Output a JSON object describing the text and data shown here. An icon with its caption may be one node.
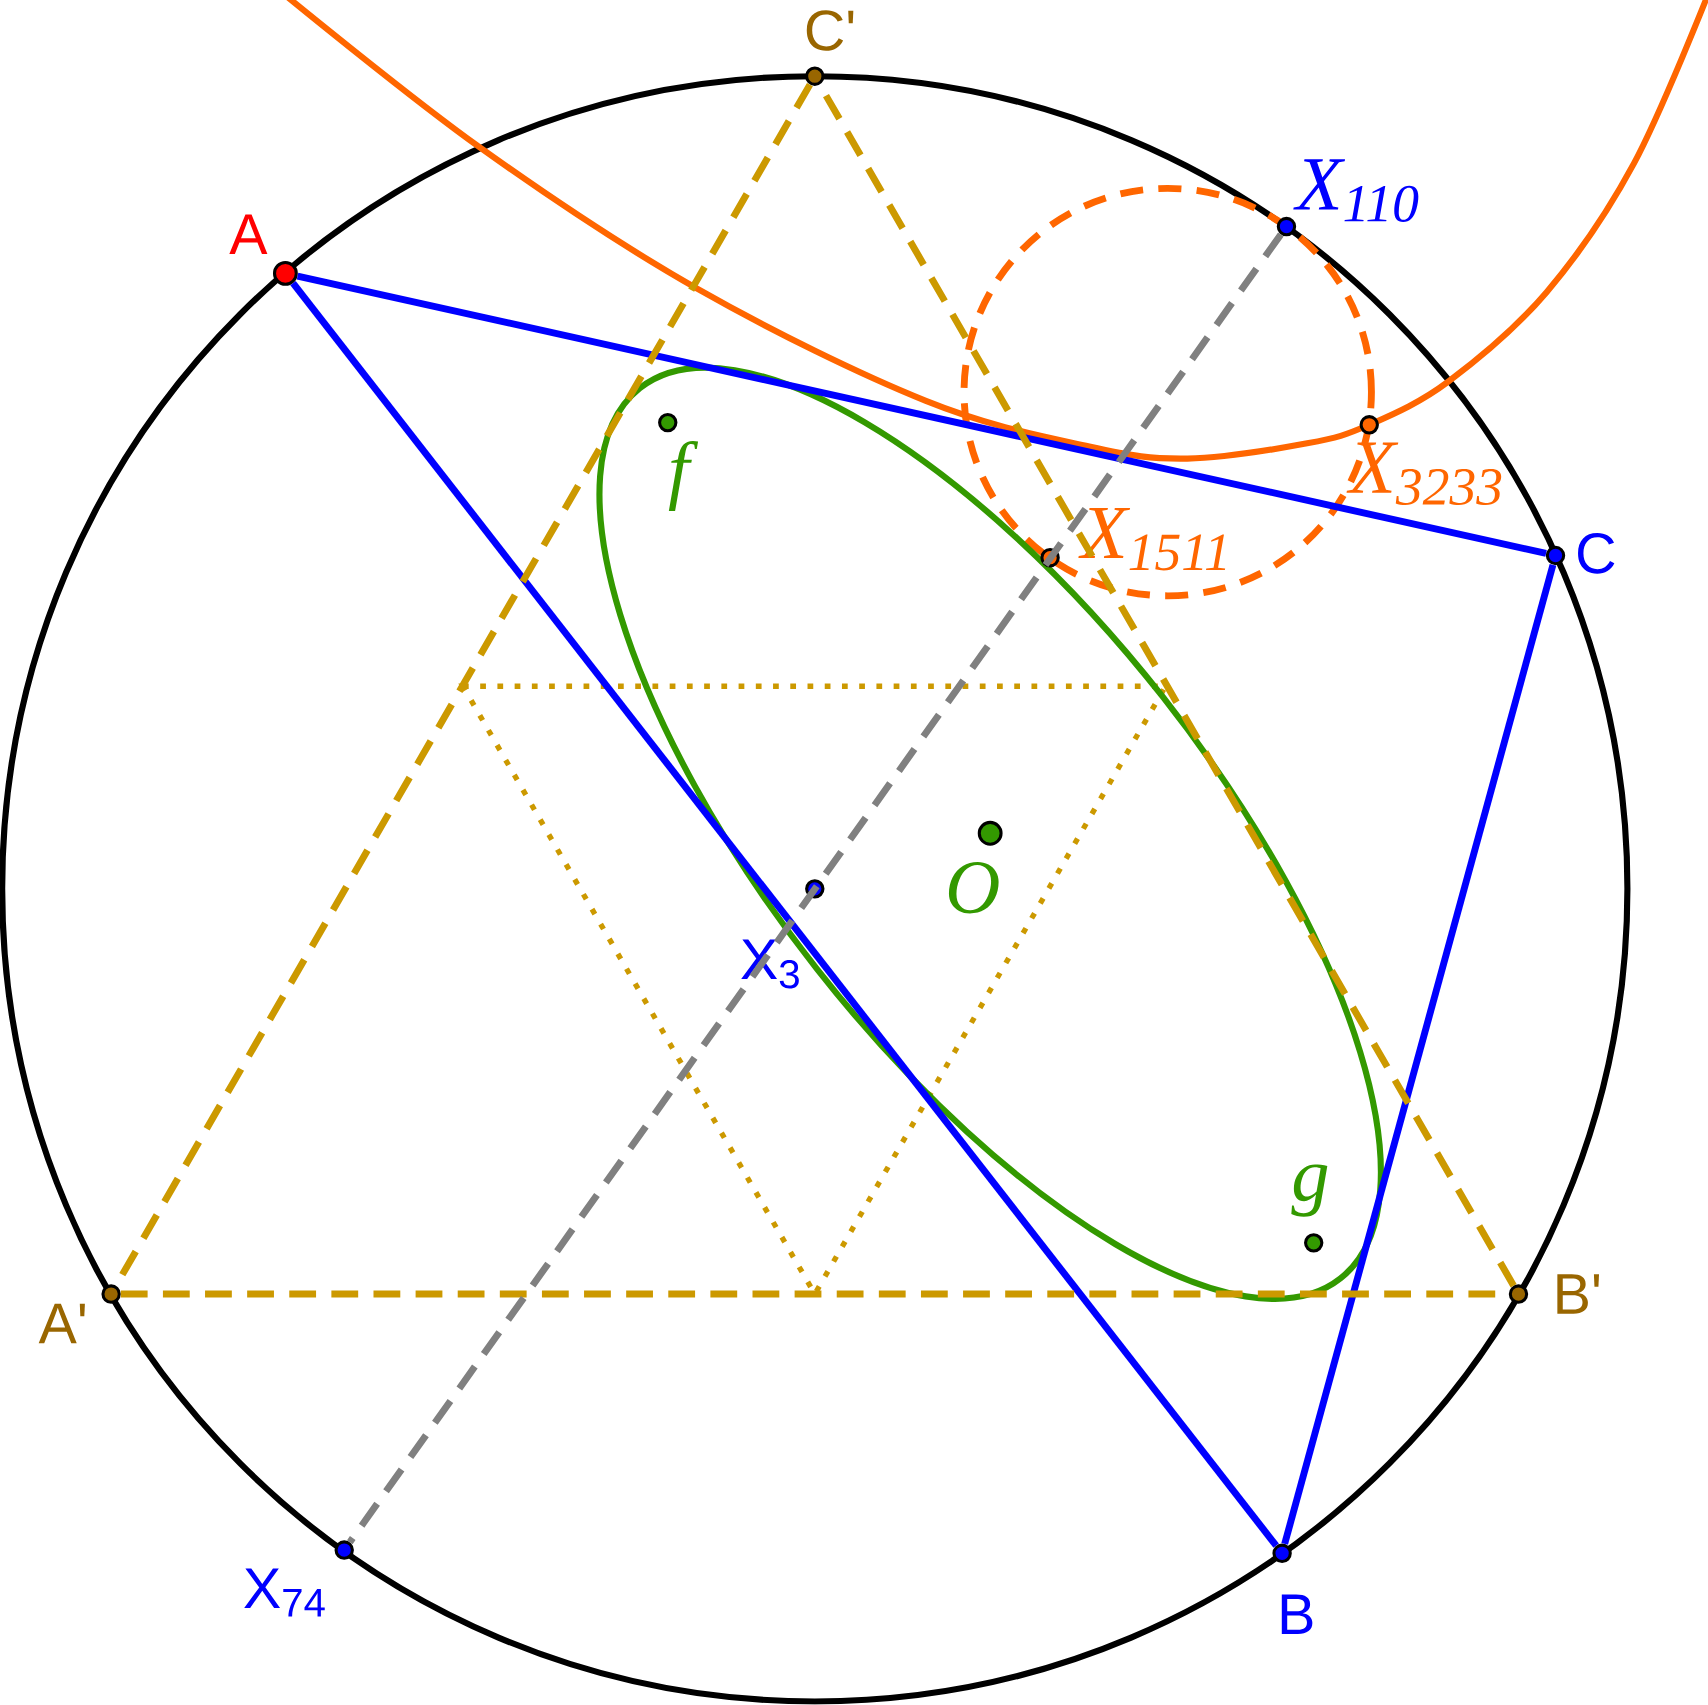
{
  "diagram": {
    "nodes": [
      {
        "text": [
          "A"
        ]
      },
      {
        "text": [
          "B"
        ]
      },
      {
        "text": [
          "C"
        ]
      },
      {
        "text": [
          "A'"
        ]
      },
      {
        "text": [
          "B'"
        ]
      },
      {
        "text": [
          "C'"
        ]
      },
      {
        "text": [
          "X$_{110}$"
        ]
      },
      {
        "text": [
          "X$_{74}$"
        ]
      },
      {
        "text": [
          "X$_{3}$"
        ]
      },
      {
        "text": [
          "X$_{1511}$"
        ]
      },
      {
        "text": [
          "X$_{3233}$"
        ]
      },
      {
        "text": [
          "f"
        ]
      },
      {
        "text": [
          "g"
        ]
      },
      {
        "text": [
          "O"
        ]
      }
    ],
    "edges": [
      {
        "from": 0,
        "to": 1,
        "arrow": "none"
      },
      {
        "from": 1,
        "to": 2,
        "arrow": "none"
      },
      {
        "from": 2,
        "to": 0,
        "arrow": "none"
      },
      {
        "from": 3,
        "to": 4,
        "arrow": "none",
        "style": "dashed",
        "color": "#cc9900"
      },
      {
        "from": 4,
        "to": 5,
        "arrow": "none",
        "style": "dashed",
        "color": "#cc9900"
      },
      {
        "from": 5,
        "to": 3,
        "arrow": "none",
        "style": "dashed",
        "color": "#cc9900"
      },
      {
        "from": 6,
        "to": 7,
        "arrow": "none",
        "style": "dashed",
        "color": "#808080"
      }
    ]
  }
}
